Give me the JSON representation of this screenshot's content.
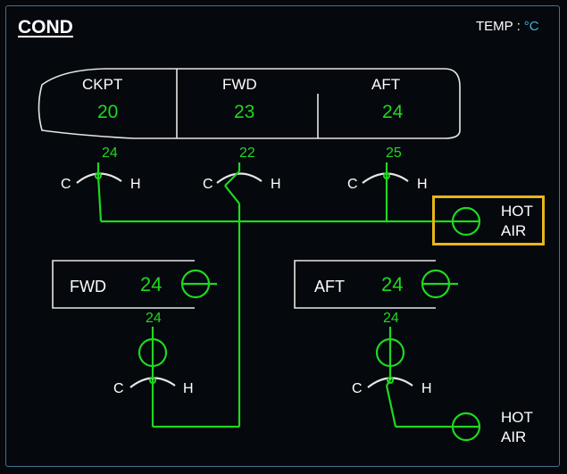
{
  "page": {
    "title": "COND",
    "temp_label": "TEMP :",
    "temp_unit": "°C"
  },
  "cabin": {
    "zones": [
      {
        "label": "CKPT",
        "temp": "20",
        "duct_temp": "24"
      },
      {
        "label": "FWD",
        "temp": "23",
        "duct_temp": "22"
      },
      {
        "label": "AFT",
        "temp": "24",
        "duct_temp": "25"
      }
    ]
  },
  "cargo": {
    "holds": [
      {
        "label": "FWD",
        "temp": "24",
        "duct_temp": "24"
      },
      {
        "label": "AFT",
        "temp": "24",
        "duct_temp": "24"
      }
    ]
  },
  "valve": {
    "cold_label": "C",
    "hot_label": "H"
  },
  "hot_air": [
    {
      "line1": "HOT",
      "line2": "AIR",
      "highlight_color": "#e8b618"
    },
    {
      "line1": "HOT",
      "line2": "AIR"
    }
  ],
  "colors": {
    "green": "#1fd81f",
    "white": "#ffffff",
    "cyan": "#3fb6d6",
    "amber": "#e8b618"
  }
}
